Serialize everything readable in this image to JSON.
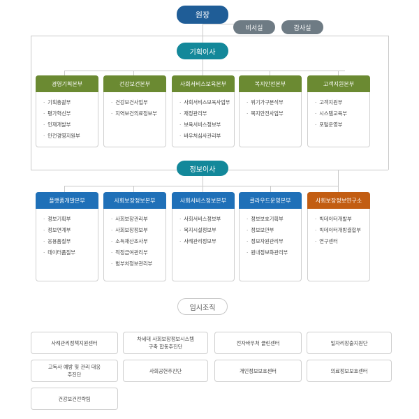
{
  "director": "원장",
  "staff_offices": [
    "비서실",
    "감사실"
  ],
  "planning": {
    "label": "기획이사",
    "divisions": [
      {
        "title": "경영기획본부",
        "items": [
          "기획총괄부",
          "평가혁신부",
          "인재개발부",
          "안전경영지원부"
        ]
      },
      {
        "title": "건강보건본부",
        "items": [
          "건강보건사업부",
          "지역보건의료정보부"
        ]
      },
      {
        "title": "사회서비스보육본부",
        "items": [
          "사회서비스보육사업부",
          "재정관리부",
          "보육서비스정보부",
          "바우처심사관리부"
        ]
      },
      {
        "title": "복지안전본부",
        "items": [
          "위기가구분석부",
          "복지안전사업부"
        ]
      },
      {
        "title": "고객지원본부",
        "items": [
          "고객지원부",
          "시스템교육부",
          "포털운영부"
        ]
      }
    ]
  },
  "info": {
    "label": "정보이사",
    "divisions": [
      {
        "title": "플랫폼개발본부",
        "items": [
          "정보기획부",
          "정보연계부",
          "응용품질부",
          "데이터품질부"
        ]
      },
      {
        "title": "사회보장정보본부",
        "items": [
          "사회보장관리부",
          "사회보장정보부",
          "소득재산조사부",
          "적정급여관리부",
          "범부처정보관리부"
        ]
      },
      {
        "title": "사회서비스정보본부",
        "items": [
          "사회서비스정보부",
          "복지시설정보부",
          "사례관리정보부"
        ]
      },
      {
        "title": "클라우드운영본부",
        "items": [
          "정보보호기획부",
          "정보보안부",
          "정보자원관리부",
          "원내정보화관리부"
        ]
      }
    ]
  },
  "research": {
    "title": "사회보장정보연구소",
    "items": [
      "빅데이터개발부",
      "빅데이터개방결합부",
      "연구센터"
    ]
  },
  "temp": {
    "label": "임시조직",
    "units": [
      "사례관리정책지원센터",
      "차세대 사회보장정보시스템\n구축 합동추진단",
      "전자바우처 클린센터",
      "일자리창출지원단",
      "고독사 예방 및 관리 대응\n추진단",
      "사회공헌추진단",
      "개인정보보호센터",
      "의료정보보호센터",
      "건강보건전략팀"
    ]
  },
  "colors": {
    "director": "#1f5d97",
    "director_label": "#13889a",
    "staff": "#6e7b84",
    "planning_header": "#6b8a32",
    "info_header": "#1f70b8",
    "research_header": "#c25d12"
  }
}
